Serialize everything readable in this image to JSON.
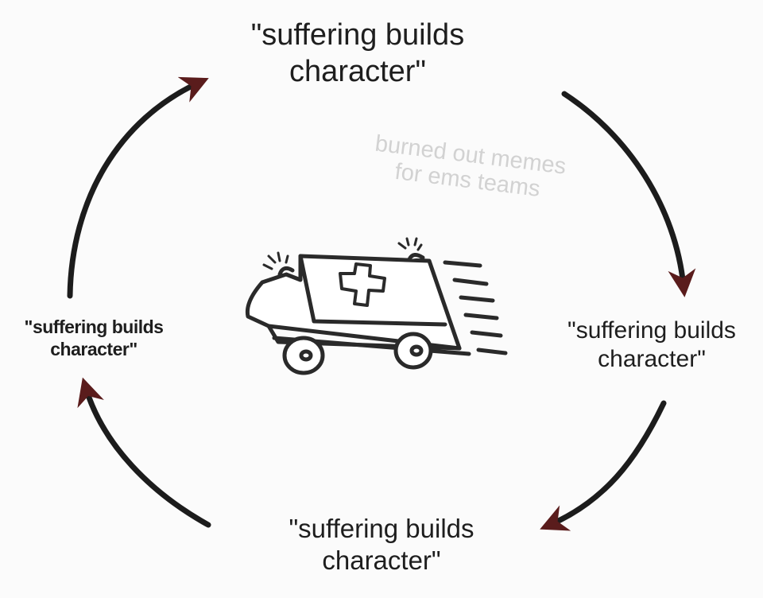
{
  "cycle": {
    "top": {
      "line1": "\"suffering builds",
      "line2": "character\""
    },
    "right": {
      "line1": "\"suffering builds",
      "line2": "character\""
    },
    "bottom": {
      "line1": "\"suffering builds",
      "line2": "character\""
    },
    "left": {
      "line1": "\"suffering builds",
      "line2": "character\""
    }
  },
  "watermark": {
    "line1": "burned out memes",
    "line2": "for ems teams"
  },
  "colors": {
    "arrow": "#1c1c1c",
    "arrowhead": "#6e1f1f",
    "ink": "#2a2a2a"
  }
}
